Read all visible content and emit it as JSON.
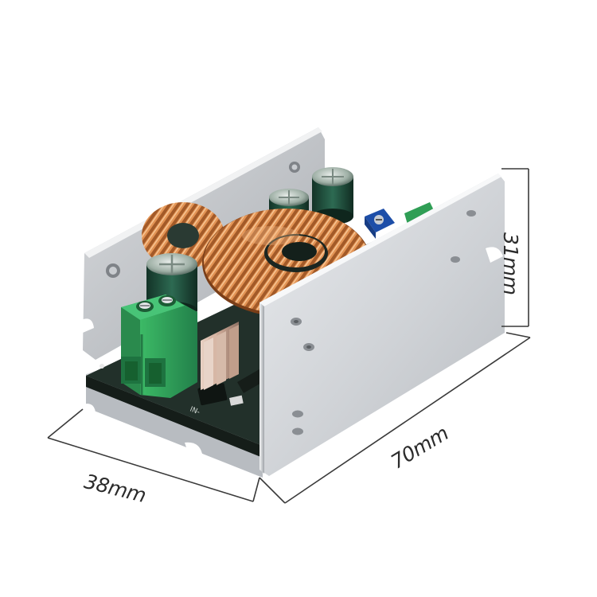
{
  "product": {
    "dimensions": {
      "height": "31mm",
      "length": "70mm",
      "width": "38mm"
    }
  },
  "colors": {
    "background": "#ffffff",
    "aluminum": "#c9ccd0",
    "pcb": "#2b3a33",
    "copper": "#c4733a",
    "terminal": "#2f9e55",
    "capacitor": "#1f4a3b",
    "trimmer": "#1d4ea8",
    "dimension_line": "#3a3a3a"
  },
  "icons": [
    "aluminum-case",
    "pcb-board",
    "toroidal-inductor",
    "electrolytic-capacitor",
    "screw-terminal",
    "heatsink",
    "trimmer-potentiometer"
  ]
}
